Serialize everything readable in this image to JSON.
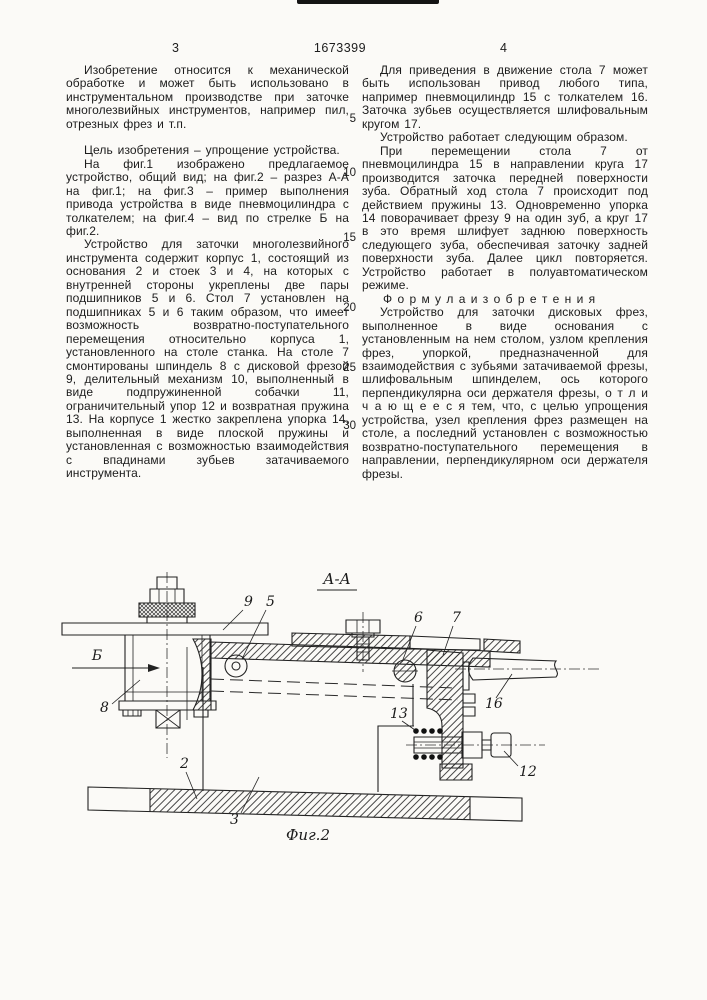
{
  "page": {
    "patent_number": "1673399",
    "page_left": "3",
    "page_right": "4"
  },
  "gutter_line_numbers": [
    "5",
    "10",
    "15",
    "20",
    "25",
    "30"
  ],
  "left_column": {
    "paragraphs": [
      "Изобретение относится к механической обработке и может быть использовано в инструментальном производстве при заточке многолезвийных инструментов, например пил, отрезных фрез и т.п.",
      "Цель изобретения – упрощение устройства.",
      "На фиг.1 изображено предлагаемое устройство, общий вид; на фиг.2 – разрез А-А на фиг.1; на фиг.3 – пример выполнения привода устройства в виде пневмоцилиндра с толкателем; на фиг.4 – вид по стрелке Б на фиг.2.",
      "Устройство для заточки многолезвийного инструмента содержит корпус 1, состоящий из основания 2 и стоек 3 и 4, на которых с внутренней стороны укреплены две пары подшипников 5 и 6. Стол 7 установлен на подшипниках 5 и 6 таким образом, что имеет возможность возвратно-поступательного перемещения относительно корпуса 1, установленного на столе станка. На столе 7 смонтированы шпиндель 8 с дисковой фрезой 9, делительный механизм 10, выполненный в виде подпружиненной собачки 11, ограничительный упор 12 и возвратная пружина 13. На корпусе 1 жестко закреплена упорка 14, выполненная в виде плоской пружины и установленная с возможностью взаимодействия с впадинами зубьев затачиваемого инструмента."
    ]
  },
  "right_column": {
    "paragraphs": [
      "Для приведения в движение стола 7 может быть использован привод любого типа, например пневмоцилиндр 15 с толкателем 16. Заточка зубьев осуществляется шлифовальным кругом 17.",
      "Устройство работает следующим образом.",
      "При перемещении стола 7 от пневмоцилиндра 15 в направлении круга 17 производится заточка передней поверхности зуба. Обратный ход стола 7 происходит под действием пружины 13. Одновременно упорка 14 поворачивает фрезу 9 на один зуб, а круг 17 в это время шлифует заднюю поверхность следующего зуба, обеспечивая заточку задней поверхности зуба. Далее цикл повторяется. Устройство работает в полуавтоматическом режиме."
    ],
    "formula_heading": "Ф о р м у л а  и з о б р е т е н и я",
    "formula_text": "Устройство для заточки дисковых фрез, выполненное в виде основания с установленным на нем столом, узлом крепления фрез, упоркой, предназначенной для взаимодействия с зубьями затачиваемой фрезы, шлифовальным шпинделем, ось которого перпендикулярна оси держателя фрезы, о т л и ч а ю щ е е с я тем, что, с целью упрощения устройства, узел крепления фрез размещен на столе, а последний установлен с возможностью возвратно-поступательного перемещения в направлении, перпендикулярном оси держателя фрезы."
  },
  "figure": {
    "section_label": "А-А",
    "caption": "Фиг.2",
    "labels": {
      "b_arrow": "Б",
      "n2": "2",
      "n3": "3",
      "n5": "5",
      "n6": "6",
      "n7": "7",
      "n8": "8",
      "n9": "9",
      "n12": "12",
      "n13": "13",
      "n16": "16"
    }
  }
}
